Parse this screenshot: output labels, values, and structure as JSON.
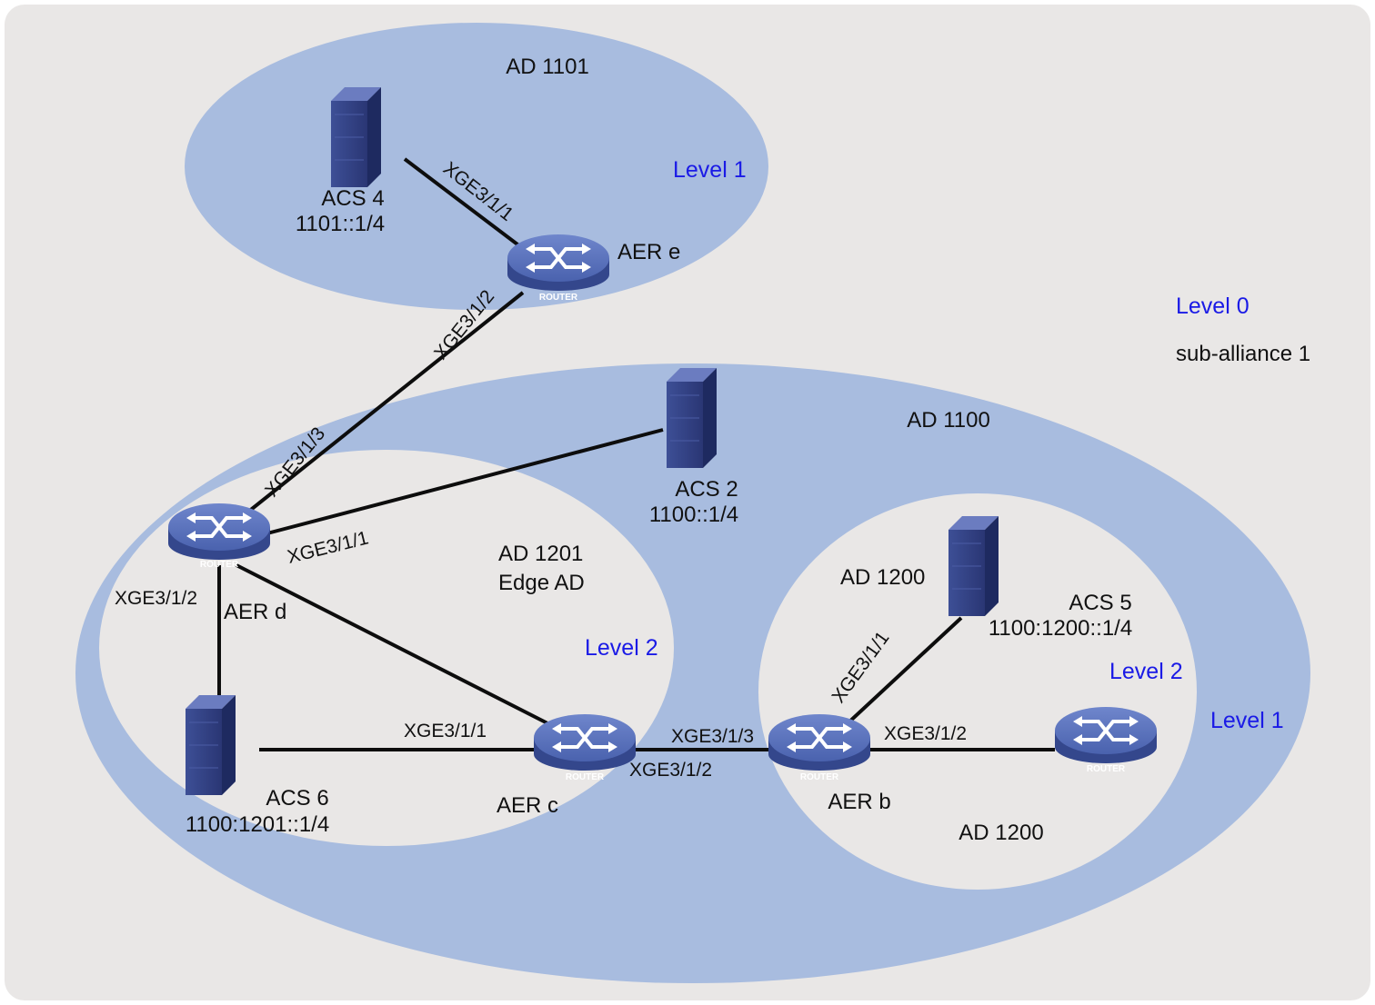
{
  "regions": {
    "ad1101": {
      "name": "AD 1101",
      "level": "Level 1"
    },
    "outer": {
      "level": "Level 0",
      "caption": "sub-alliance 1"
    },
    "ad1100": {
      "name": "AD 1100",
      "level": "Level 1"
    },
    "ad1201": {
      "name": "AD 1201",
      "subtitle": "Edge AD",
      "level": "Level 2"
    },
    "ad1200": {
      "name_top": "AD 1200",
      "name_bottom": "AD 1200",
      "level": "Level 2"
    }
  },
  "devices": {
    "acs4": {
      "name": "ACS 4",
      "addr": "1101::1/4",
      "icon": "server-icon"
    },
    "acs2": {
      "name": "ACS 2",
      "addr": "1100::1/4",
      "icon": "server-icon"
    },
    "acs5": {
      "name": "ACS 5",
      "addr": "1100:1200::1/4",
      "icon": "server-icon"
    },
    "acs6": {
      "name": "ACS 6",
      "addr": "1100:1201::1/4",
      "icon": "server-icon"
    },
    "aer_e": {
      "name": "AER e",
      "badge": "ROUTER",
      "icon": "router-icon"
    },
    "aer_d": {
      "name": "AER d",
      "badge": "ROUTER",
      "icon": "router-icon"
    },
    "aer_c": {
      "name": "AER c",
      "badge": "ROUTER",
      "icon": "router-icon"
    },
    "aer_b": {
      "name": "AER b",
      "badge": "ROUTER",
      "icon": "router-icon"
    },
    "edge_router": {
      "badge": "ROUTER",
      "icon": "router-icon"
    }
  },
  "ports": {
    "acs4_aer_e": "XGE3/1/1",
    "aer_e_down": "XGE3/1/2",
    "aer_d_up": "XGE3/1/3",
    "aer_d_acs2": "XGE3/1/1",
    "aer_d_acs6": "XGE3/1/2",
    "acs6_aer_c": "XGE3/1/1",
    "aer_c_aer_b": "XGE3/1/2",
    "aer_b_aer_c": "XGE3/1/3",
    "aer_b_acs5": "XGE3/1/1",
    "aer_b_router": "XGE3/1/2"
  },
  "colors": {
    "background": "#e9e7e6",
    "region_fill": "#a8bcdf",
    "inner_fill": "#e9e7e6",
    "level_text": "#1a1ae6",
    "router_body": "#4a63b0",
    "server_body": "#2e3d7e"
  }
}
